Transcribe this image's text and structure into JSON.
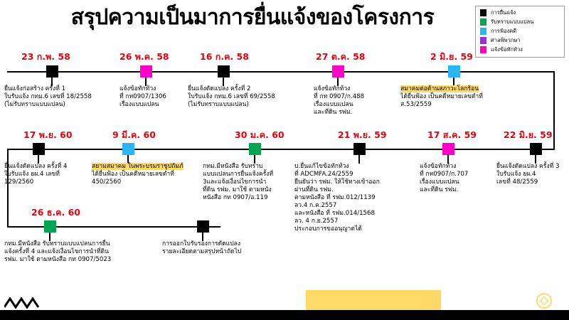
{
  "title": "สรุปความเป็นมาการยื่นแจ้งของโครงการ",
  "colors": {
    "filing": "#000000",
    "plan_acknowledged": "#00a651",
    "lawsuit": "#29b6f6",
    "court_judgment": "#9b30d9",
    "objection": "#ff00c8",
    "date_text": "#e8000b",
    "highlight": "#ffd966",
    "bottom_bar": "#000000"
  },
  "legend": {
    "items": [
      {
        "label": "การยื่นแจ้ง",
        "color": "#000000",
        "key": "filing"
      },
      {
        "label": "รับทราบแบบแปลน",
        "color": "#00a651",
        "key": "plan_acknowledged"
      },
      {
        "label": "การฟ้องคดี",
        "color": "#29b6f6",
        "key": "lawsuit"
      },
      {
        "label": "ศาลพิพากษา",
        "color": "#9b30d9",
        "key": "court_judgment"
      },
      {
        "label": "แจ้งข้อทักท้วง",
        "color": "#ff00c8",
        "key": "objection"
      }
    ]
  },
  "events": {
    "e1": {
      "date": "23 ก.พ. 58",
      "type": "filing",
      "lines": [
        "ยื่นแจ้งก่อสร้าง ครั้งที่ 1",
        "ใบรับแจ้ง กทม.6 เลขที่ 18/2558",
        "(ไม่รับทราบแบบแปลน)"
      ]
    },
    "e2": {
      "date": "26 พ.ค. 58",
      "type": "objection",
      "lines": [
        "แจ้งข้อทักท้วง",
        "ที่ กท0907/1306",
        "เรื่องแบบแปลน"
      ]
    },
    "e3": {
      "date": "16 ก.ค. 58",
      "type": "filing",
      "lines": [
        "ยื่นแจ้งดัดแปลง ครั้งที่ 2",
        "ใบรับแจ้ง กทม.6 เลขที่ 69/2558",
        "(ไม่รับทราบแบบแปลน)"
      ]
    },
    "e4": {
      "date": "27 ต.ค. 58",
      "type": "objection",
      "lines": [
        "แจ้งข้อทักท้วง",
        "ที่ กท 0907/ก.488",
        "เรื่องแบบแปลน",
        "และที่ดิน รฟม."
      ]
    },
    "e5": {
      "date": "2 มิ.ย. 59",
      "type": "lawsuit",
      "highlight_line": "สมาคมต่อต้านสภาวะโลกร้อน",
      "lines": [
        "ได้ยื่นฟ้อง เป็นคดีหมายเลขดำที่",
        "ส.53/2559"
      ]
    },
    "e6": {
      "date": "17 พ.ย. 60",
      "type": "filing",
      "lines": [
        "ยื่นแจ้งดัดแปลง ครั้งที่ 4",
        " ใบรับแจ้ง ยผ.4 เลขที่",
        "129/2560"
      ]
    },
    "e7": {
      "date": "9 มี.ค. 60",
      "type": "lawsuit",
      "highlight_line": "สยามสมาคม ในพระบรมราชูปถัมภ์",
      "lines": [
        "ได้ยื่นฟ้อง เป็นคดีหมายเลขดำที่",
        "450/2560"
      ]
    },
    "e8": {
      "date": "30 ม.ค. 60",
      "type": "plan_acknowledged",
      "lines": [
        "กทม.มีหนังสือ รับทราบ",
        "แบบแปลนการยื่นแจ้งครั้งที่",
        "3และแจ้งเงื่อนไขการนำ",
        "ที่ดิน รฟม. มาใช้ ตามหนัง",
        "หนังสือ กท 0907/อ.119"
      ]
    },
    "e9": {
      "date": "21 พ.ย. 59",
      "type": "filing",
      "lines": [
        "บ.ยื่นแก้ไขข้อทักท้วง",
        "ที่ ADCMFA.24/2559",
        "ยืนยันว่า รฟม. ให้ใช้ทางเข้าออก",
        "ฝานที่ดิน รฟม.",
        "ตามหนังสือ ที่ รฟม.012/1139",
        "ลว.4 ก.ค.2557",
        "และหนังสือ ที่ รฟม.014/1568",
        "ลว. 4 ก.ย.2557",
        "ประกอบการขออนุญาตได้"
      ]
    },
    "e10": {
      "date": "17 ส.ค. 59",
      "type": "objection",
      "lines": [
        "แจ้งข้อทักท้วง",
        "ที่ กท0907/ก.707",
        "เรื่องแบบแปลน",
        "และที่ดิน รฟม."
      ]
    },
    "e11": {
      "date": "22 มิ.ย. 59",
      "type": "filing",
      "lines": [
        "ยื่นแจ้งดัดแปลง ครั้งที่ 3",
        "ใบรับแจ้ง ยผ.4",
        "เลขที่ 48/2559"
      ]
    },
    "e12": {
      "date": "26 ธ.ค. 60",
      "type": "plan_acknowledged",
      "lines": [
        "กทม.มีหนังสือ รับทราบแบบแปลนการยื่น",
        "แจ้งครั้งที่ 4  และแจ้งเงื่อนไขการนำที่ดิน",
        "รฟม. มาใช้ ตามหนังสือ กท 0907/5023"
      ]
    },
    "e13": {
      "date": "",
      "type": "filing",
      "lines": [
        "การออกใบรับรองการดัดแปลง",
        "รายละเอียดตามสรุปหน้าถัดไป"
      ]
    }
  }
}
